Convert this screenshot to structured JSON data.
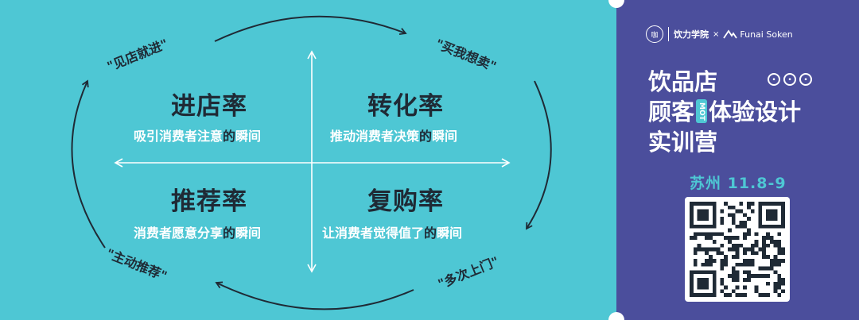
{
  "quadrants": [
    {
      "title": "进店率",
      "subtitle_lead": "吸引消费者注意",
      "subtitle_mid": "的",
      "subtitle_tail": "瞬间"
    },
    {
      "title": "转化率",
      "subtitle_lead": "推动消费者决策",
      "subtitle_mid": "的",
      "subtitle_tail": "瞬间"
    },
    {
      "title": "推荐率",
      "subtitle_lead": "消费者愿意分享",
      "subtitle_mid": "的",
      "subtitle_tail": "瞬间"
    },
    {
      "title": "复购率",
      "subtitle_lead": "让消费者觉得值了",
      "subtitle_mid": "的",
      "subtitle_tail": "瞬间"
    }
  ],
  "quotes": {
    "top_left": "\"见店就进\"",
    "top_right": "\"买我想卖\"",
    "bottom_left": "\"主动推荐\"",
    "bottom_right": "\"多次上门\""
  },
  "sidebar": {
    "logo_mark": "咖",
    "logo_text": "饮力学院",
    "logo_cross": "×",
    "partner_name": "Funai Soken",
    "heading_line1": "饮品店",
    "heading_line2_a": "顾客",
    "mot_tag": "MOT",
    "heading_line2_b": "体验设计",
    "heading_line3": "实训营",
    "event_info": "苏州 11.8-9",
    "face_icons": [
      "face-neutral",
      "face-sad",
      "face-happy"
    ]
  },
  "colors": {
    "background": "#4ec7d4",
    "sidebar": "#4b4e9c",
    "dark_text": "#1f2a35",
    "accent": "#4ec7d4"
  }
}
